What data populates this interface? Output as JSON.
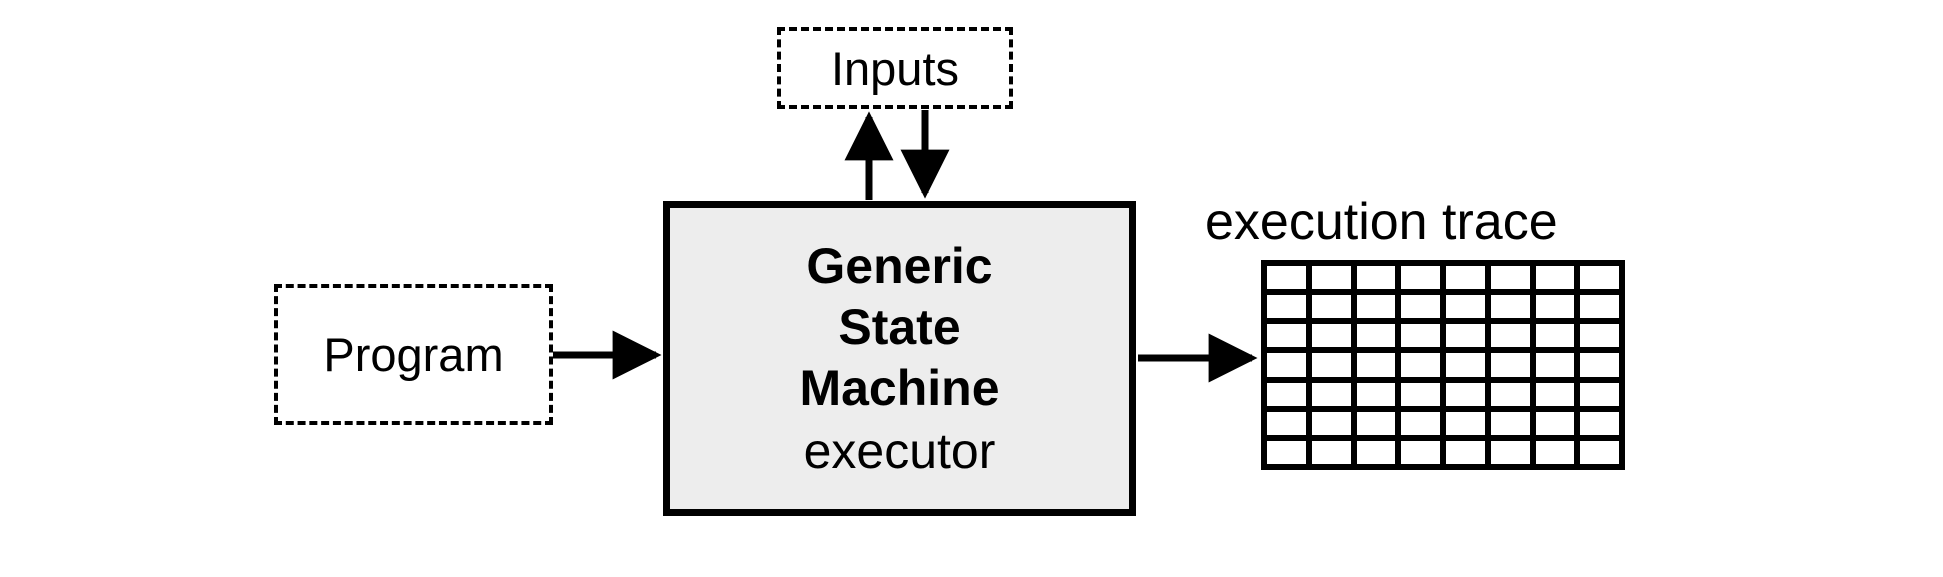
{
  "diagram": {
    "title": "Generic State Machine executor dataflow",
    "background_color": "#ffffff",
    "stroke_color": "#000000",
    "box_fill_color": "#ededed"
  },
  "nodes": {
    "inputs": {
      "label": "Inputs",
      "style": "dashed",
      "fill": "none"
    },
    "program": {
      "label": "Program",
      "style": "dashed",
      "fill": "none"
    },
    "executor": {
      "line1": "Generic",
      "line2": "State",
      "line3": "Machine",
      "line4": "executor",
      "style": "solid",
      "fill": "#ededed"
    },
    "trace": {
      "label": "execution trace",
      "columns": 8,
      "rows": 7
    }
  },
  "edges": [
    {
      "name": "program-to-executor",
      "from": "program",
      "to": "executor",
      "direction": "right",
      "label": ""
    },
    {
      "name": "executor-to-inputs",
      "from": "executor",
      "to": "inputs",
      "direction": "up",
      "label": ""
    },
    {
      "name": "inputs-to-executor",
      "from": "inputs",
      "to": "executor",
      "direction": "down",
      "label": ""
    },
    {
      "name": "executor-to-trace",
      "from": "executor",
      "to": "trace",
      "direction": "right",
      "label": ""
    }
  ]
}
